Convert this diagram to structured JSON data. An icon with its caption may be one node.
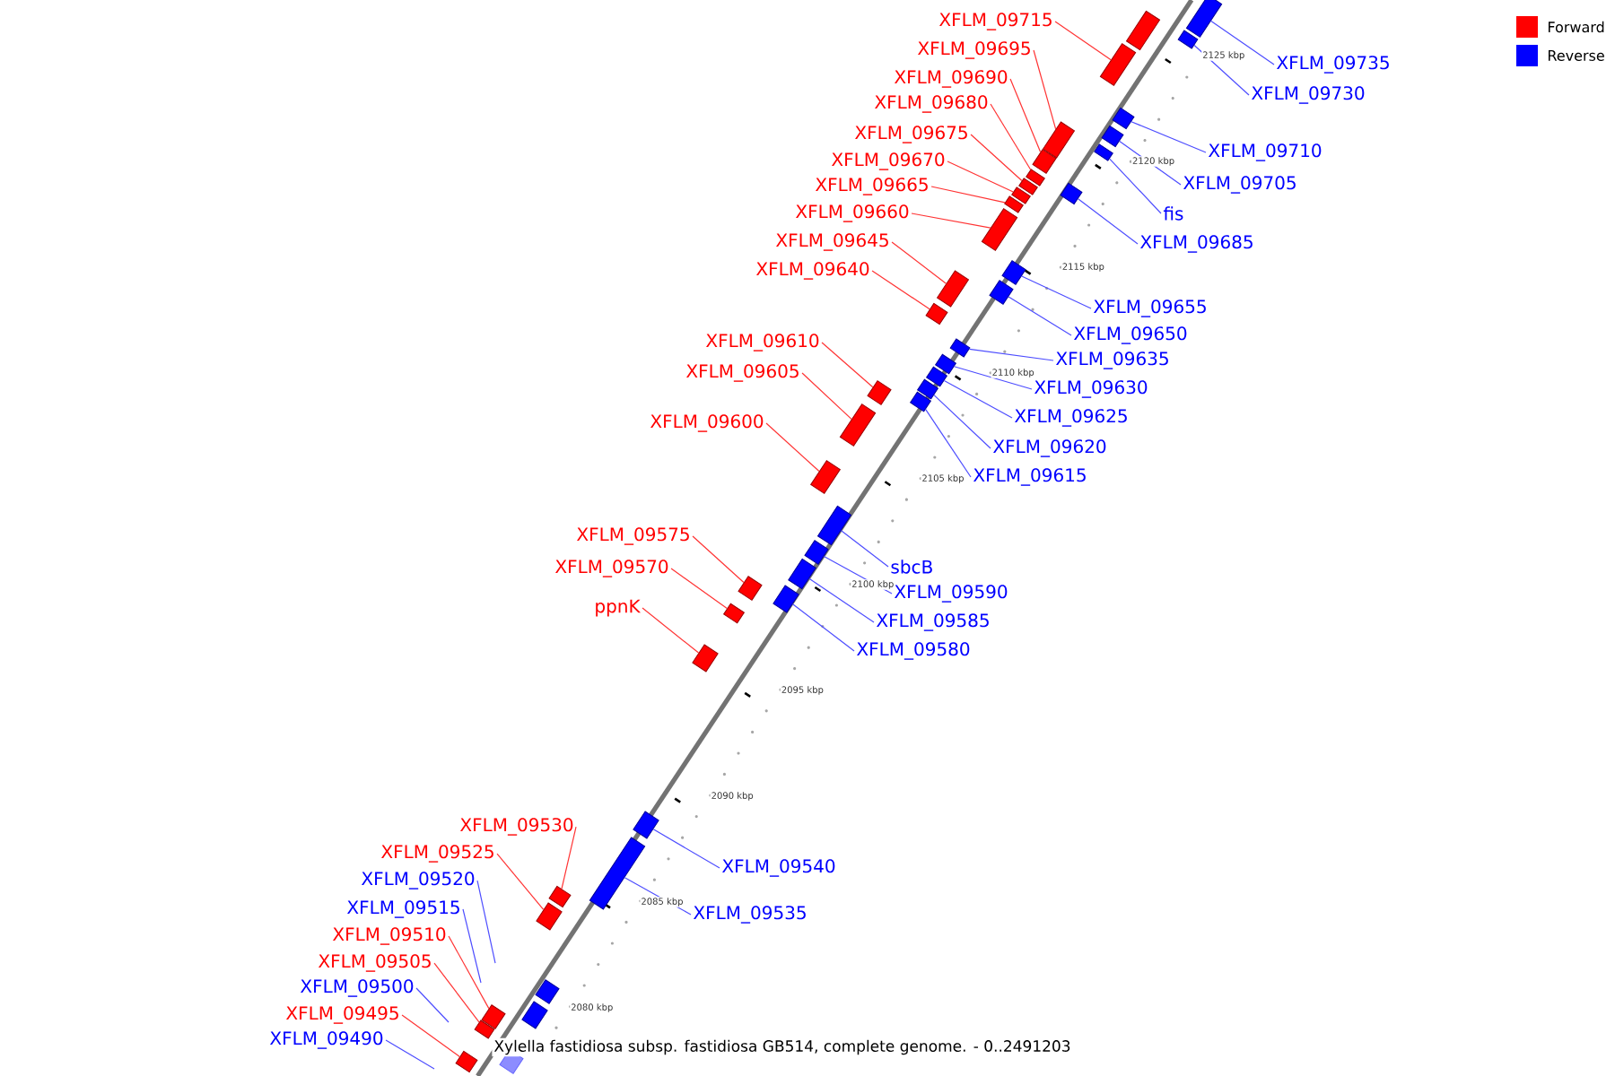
{
  "diagram": {
    "caption": "Xylella fastidiosa subsp. fastidiosa GB514, complete genome. - 0..2491203",
    "nodes": [
      {
        "text": [
          "XFLM_09715"
        ]
      },
      {
        "text": [
          "XFLM_09695"
        ]
      },
      {
        "text": [
          "XFLM_09690"
        ]
      },
      {
        "text": [
          "XFLM_09680"
        ]
      },
      {
        "text": [
          "XFLM_09675"
        ]
      },
      {
        "text": [
          "XFLM_09670"
        ]
      },
      {
        "text": [
          "XFLM_09665"
        ]
      },
      {
        "text": [
          "XFLM_09660"
        ]
      },
      {
        "text": [
          "XFLM_09645"
        ]
      },
      {
        "text": [
          "XFLM_09640"
        ]
      },
      {
        "text": [
          "XFLM_09610"
        ]
      },
      {
        "text": [
          "XFLM_09605"
        ]
      },
      {
        "text": [
          "XFLM_09600"
        ]
      },
      {
        "text": [
          "XFLM_09575"
        ]
      },
      {
        "text": [
          "XFLM_09570"
        ]
      },
      {
        "text": [
          "ppnK"
        ]
      },
      {
        "text": [
          "XFLM_09530"
        ]
      },
      {
        "text": [
          "XFLM_09525"
        ]
      },
      {
        "text": [
          "XFLM_09520"
        ]
      },
      {
        "text": [
          "XFLM_09515"
        ]
      },
      {
        "text": [
          "XFLM_09510"
        ]
      },
      {
        "text": [
          "XFLM_09505"
        ]
      },
      {
        "text": [
          "XFLM_09500"
        ]
      },
      {
        "text": [
          "XFLM_09495"
        ]
      },
      {
        "text": [
          "XFLM_09490"
        ]
      },
      {
        "text": [
          "XFLM_09735"
        ]
      },
      {
        "text": [
          "XFLM_09730"
        ]
      },
      {
        "text": [
          "XFLM_09710"
        ]
      },
      {
        "text": [
          "XFLM_09705"
        ]
      },
      {
        "text": [
          "fis"
        ]
      },
      {
        "text": [
          "XFLM_09685"
        ]
      },
      {
        "text": [
          "XFLM_09655"
        ]
      },
      {
        "text": [
          "XFLM_09650"
        ]
      },
      {
        "text": [
          "XFLM_09635"
        ]
      },
      {
        "text": [
          "XFLM_09630"
        ]
      },
      {
        "text": [
          "XFLM_09625"
        ]
      },
      {
        "text": [
          "XFLM_09620"
        ]
      },
      {
        "text": [
          "XFLM_09615"
        ]
      },
      {
        "text": [
          "sbcB"
        ]
      },
      {
        "text": [
          "XFLM_09590"
        ]
      },
      {
        "text": [
          "XFLM_09585"
        ]
      },
      {
        "text": [
          "XFLM_09580"
        ]
      },
      {
        "text": [
          "XFLM_09540"
        ]
      },
      {
        "text": [
          "XFLM_09535"
        ]
      },
      {
        "text": [],
        "shape": "box"
      },
      {
        "text": [],
        "shape": "box"
      },
      {
        "text": [],
        "shape": "box"
      },
      {
        "text": [],
        "shape": "box"
      },
      {
        "text": [],
        "shape": "box"
      },
      {
        "text": [],
        "shape": "box"
      },
      {
        "text": [],
        "shape": "box"
      },
      {
        "text": [],
        "shape": "box"
      },
      {
        "text": [],
        "shape": "box"
      },
      {
        "text": [],
        "shape": "box"
      },
      {
        "text": [],
        "shape": "box"
      },
      {
        "text": [],
        "shape": "box"
      },
      {
        "text": [],
        "shape": "box"
      },
      {
        "text": [],
        "shape": "box"
      },
      {
        "text": [],
        "shape": "box"
      },
      {
        "text": [],
        "shape": "box"
      },
      {
        "text": [],
        "shape": "box"
      },
      {
        "text": [],
        "shape": "box"
      },
      {
        "text": [],
        "shape": "box"
      },
      {
        "text": [],
        "shape": "box"
      },
      {
        "text": [],
        "shape": "box"
      },
      {
        "text": [],
        "shape": "box"
      },
      {
        "text": [],
        "shape": "box"
      },
      {
        "text": [],
        "shape": "box"
      },
      {
        "text": [],
        "shape": "box"
      },
      {
        "text": [],
        "shape": "box"
      },
      {
        "text": [],
        "shape": "box"
      },
      {
        "text": [],
        "shape": "box"
      },
      {
        "text": [],
        "shape": "box"
      },
      {
        "text": [],
        "shape": "box"
      },
      {
        "text": [],
        "shape": "box"
      },
      {
        "text": [],
        "shape": "box"
      },
      {
        "text": [],
        "shape": "box"
      },
      {
        "text": [],
        "shape": "box"
      },
      {
        "text": [],
        "shape": "box"
      },
      {
        "text": [],
        "shape": "box"
      },
      {
        "text": [],
        "shape": "box"
      },
      {
        "text": [],
        "shape": "box"
      },
      {
        "text": [],
        "shape": "box"
      },
      {
        "text": [],
        "shape": "box"
      },
      {
        "text": [],
        "shape": "box"
      },
      {
        "text": [],
        "shape": "box"
      },
      {
        "text": [],
        "shape": "box"
      },
      {
        "text": [],
        "shape": "box"
      }
    ],
    "edges": [
      {
        "from": 0,
        "to": 45,
        "arrow": "none",
        "color": "#ff3333"
      },
      {
        "from": 1,
        "to": 46,
        "arrow": "none",
        "color": "#ff3333"
      },
      {
        "from": 2,
        "to": 47,
        "arrow": "none",
        "color": "#ff3333"
      },
      {
        "from": 3,
        "to": 48,
        "arrow": "none",
        "color": "#ff3333"
      },
      {
        "from": 4,
        "to": 49,
        "arrow": "none",
        "color": "#ff3333"
      },
      {
        "from": 5,
        "to": 50,
        "arrow": "none",
        "color": "#ff3333"
      },
      {
        "from": 6,
        "to": 51,
        "arrow": "none",
        "color": "#ff3333"
      },
      {
        "from": 7,
        "to": 52,
        "arrow": "none",
        "color": "#ff3333"
      },
      {
        "from": 8,
        "to": 53,
        "arrow": "none",
        "color": "#ff3333"
      },
      {
        "from": 9,
        "to": 54,
        "arrow": "none",
        "color": "#ff3333"
      },
      {
        "from": 10,
        "to": 55,
        "arrow": "none",
        "color": "#ff3333"
      },
      {
        "from": 11,
        "to": 56,
        "arrow": "none",
        "color": "#ff3333"
      },
      {
        "from": 12,
        "to": 57,
        "arrow": "none",
        "color": "#ff3333"
      },
      {
        "from": 13,
        "to": 58,
        "arrow": "none",
        "color": "#ff3333"
      },
      {
        "from": 14,
        "to": 59,
        "arrow": "none",
        "color": "#ff3333"
      },
      {
        "from": 15,
        "to": 60,
        "arrow": "none",
        "color": "#ff3333"
      },
      {
        "from": 16,
        "to": 61,
        "arrow": "none",
        "color": "#ff3333"
      },
      {
        "from": 17,
        "to": 62,
        "arrow": "none",
        "color": "#ff3333"
      },
      {
        "from": 18,
        "to": null,
        "arrow": "none"
      },
      {
        "from": 19,
        "to": null,
        "arrow": "none"
      },
      {
        "from": 20,
        "to": 63,
        "arrow": "none",
        "color": "#ff3333"
      },
      {
        "from": 21,
        "to": 64,
        "arrow": "none",
        "color": "#ff3333"
      },
      {
        "from": 22,
        "to": null,
        "arrow": "none"
      },
      {
        "from": 23,
        "to": 65,
        "arrow": "none",
        "color": "#ff3333"
      },
      {
        "from": 24,
        "to": null,
        "arrow": "none"
      },
      {
        "from": 25,
        "to": 66,
        "arrow": "none"
      },
      {
        "from": 26,
        "to": 67,
        "arrow": "none"
      },
      {
        "from": 27,
        "to": 68,
        "arrow": "none"
      },
      {
        "from": 28,
        "to": 69,
        "arrow": "none"
      },
      {
        "from": 29,
        "to": 70,
        "arrow": "none"
      },
      {
        "from": 30,
        "to": 71,
        "arrow": "none"
      },
      {
        "from": 31,
        "to": 72,
        "arrow": "none"
      },
      {
        "from": 32,
        "to": 73,
        "arrow": "none"
      },
      {
        "from": 33,
        "to": 74,
        "arrow": "none"
      },
      {
        "from": 34,
        "to": 75,
        "arrow": "none"
      },
      {
        "from": 35,
        "to": 76,
        "arrow": "none"
      },
      {
        "from": 36,
        "to": 77,
        "arrow": "none"
      },
      {
        "from": 37,
        "to": 78,
        "arrow": "none"
      },
      {
        "from": 38,
        "to": 79,
        "arrow": "none"
      },
      {
        "from": 39,
        "to": 80,
        "arrow": "none"
      },
      {
        "from": 40,
        "to": 81,
        "arrow": "none"
      },
      {
        "from": 41,
        "to": 82,
        "arrow": "none"
      },
      {
        "from": 42,
        "to": 83,
        "arrow": "none"
      },
      {
        "from": 43,
        "to": 84,
        "arrow": "none"
      }
    ],
    "labels": [
      "2125 kbp",
      "2120 kbp",
      "2115 kbp",
      "2110 kbp",
      "2105 kbp",
      "2100 kbp",
      "2095 kbp",
      "2090 kbp",
      "2085 kbp",
      "2080 kbp"
    ],
    "legend": [
      {
        "text": "Forward",
        "color": "#ff0000"
      },
      {
        "text": "Reverse",
        "color": "#0000ff"
      }
    ]
  }
}
